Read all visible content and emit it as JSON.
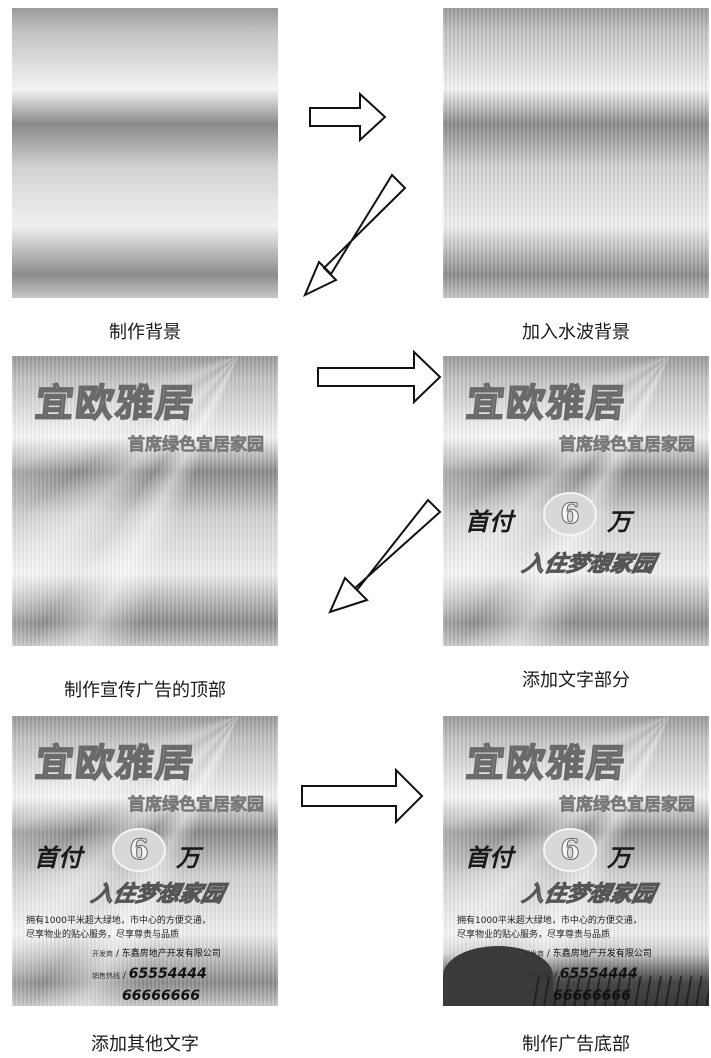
{
  "captions": [
    "制作背景",
    "加入水波背景",
    "制作宣传广告的顶部",
    "添加文字部分",
    "添加其他文字",
    "制作广告底部"
  ],
  "ad": {
    "logo": "宜欧雅居",
    "subtitle": "首席绿色宜居家园",
    "pay_word1": "首付",
    "pay_number": "6",
    "pay_word2": "万",
    "slogan": "入住梦想家园",
    "desc_line1": "拥有1000平米超大绿地，市中心的方便交通，",
    "desc_line2": "尽享物业的贴心服务，尽享尊贵与品质",
    "developer_label": "开发商",
    "developer": "东鑫房地产开发有限公司",
    "hotline_label": "销售热线",
    "phone1": "65554444",
    "phone2": "66666666"
  }
}
